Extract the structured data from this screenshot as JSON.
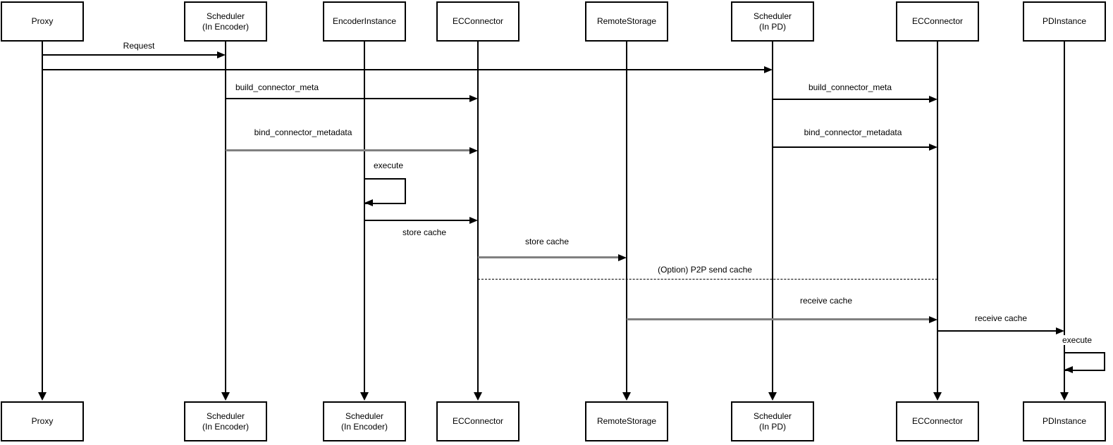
{
  "colors": {
    "stroke": "#000000",
    "gray_arrow": "#808080",
    "background": "#ffffff"
  },
  "top_participants": [
    {
      "label": "Proxy"
    },
    {
      "label": "Scheduler",
      "sublabel": "(In Encoder)"
    },
    {
      "label": "EncoderInstance"
    },
    {
      "label": "ECConnector"
    },
    {
      "label": "RemoteStorage"
    },
    {
      "label": "Scheduler",
      "sublabel": "(In PD)"
    },
    {
      "label": "ECConnector"
    },
    {
      "label": "PDInstance"
    }
  ],
  "bottom_participants": [
    {
      "label": "Proxy"
    },
    {
      "label": "Scheduler",
      "sublabel": "(In Encoder)"
    },
    {
      "label": "Scheduler",
      "sublabel": "(In Encoder)"
    },
    {
      "label": "ECConnector"
    },
    {
      "label": "RemoteStorage"
    },
    {
      "label": "Scheduler",
      "sublabel": "(In PD)"
    },
    {
      "label": "ECConnector"
    },
    {
      "label": "PDInstance"
    }
  ],
  "messages": [
    {
      "label": "Request",
      "from": "Proxy",
      "to": "Scheduler (In Encoder)",
      "style": "solid"
    },
    {
      "label": "",
      "from": "Proxy",
      "to": "Scheduler (In PD)",
      "style": "solid"
    },
    {
      "label": "build_connector_meta",
      "from": "Scheduler (In Encoder)",
      "to": "ECConnector",
      "style": "solid"
    },
    {
      "label": "build_connector_meta",
      "from": "Scheduler (In PD)",
      "to": "ECConnector (PD)",
      "style": "solid"
    },
    {
      "label": "bind_connector_metadata",
      "from": "Scheduler (In Encoder)",
      "to": "ECConnector",
      "style": "solid-gray"
    },
    {
      "label": "bind_connector_metadata",
      "from": "Scheduler (In PD)",
      "to": "ECConnector (PD)",
      "style": "solid"
    },
    {
      "label": "execute",
      "from": "EncoderInstance",
      "to": "EncoderInstance",
      "style": "self-loop"
    },
    {
      "label": "store cache",
      "from": "EncoderInstance",
      "to": "ECConnector",
      "style": "solid"
    },
    {
      "label": "store cache",
      "from": "ECConnector",
      "to": "RemoteStorage",
      "style": "solid-gray"
    },
    {
      "label": "(Option) P2P send cache",
      "from": "ECConnector",
      "to": "ECConnector (PD)",
      "style": "dashed"
    },
    {
      "label": "receive cache",
      "from": "RemoteStorage",
      "to": "ECConnector (PD)",
      "style": "solid-gray"
    },
    {
      "label": "receive cache",
      "from": "ECConnector (PD)",
      "to": "PDInstance",
      "style": "solid"
    },
    {
      "label": "execute",
      "from": "PDInstance",
      "to": "PDInstance",
      "style": "self-loop"
    }
  ]
}
